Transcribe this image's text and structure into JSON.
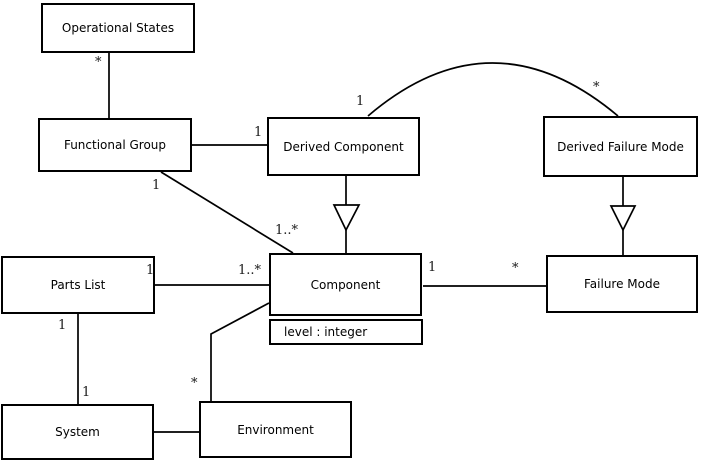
{
  "diagram": {
    "kind": "uml-class-diagram",
    "classes": [
      {
        "id": "operational-states",
        "name": "Operational States"
      },
      {
        "id": "functional-group",
        "name": "Functional Group"
      },
      {
        "id": "derived-component",
        "name": "Derived Component"
      },
      {
        "id": "derived-failure-mode",
        "name": "Derived Failure Mode"
      },
      {
        "id": "parts-list",
        "name": "Parts List"
      },
      {
        "id": "component",
        "name": "Component",
        "attributes": [
          "level : integer"
        ]
      },
      {
        "id": "failure-mode",
        "name": "Failure Mode"
      },
      {
        "id": "system",
        "name": "System"
      },
      {
        "id": "environment",
        "name": "Environment"
      }
    ],
    "relationships": [
      {
        "from": "Operational States",
        "to": "Functional Group",
        "type": "association",
        "from_mult": "*"
      },
      {
        "from": "Functional Group",
        "to": "Derived Component",
        "type": "association",
        "to_mult": "1"
      },
      {
        "from": "Derived Component",
        "to": "Derived Failure Mode",
        "type": "association-arc",
        "from_mult": "1",
        "to_mult": "*"
      },
      {
        "from": "Derived Component",
        "to": "Component",
        "type": "generalization"
      },
      {
        "from": "Derived Failure Mode",
        "to": "Failure Mode",
        "type": "generalization"
      },
      {
        "from": "Functional Group",
        "to": "Component",
        "type": "association",
        "from_mult": "1",
        "to_mult": "1..*"
      },
      {
        "from": "Parts List",
        "to": "Component",
        "type": "association",
        "from_mult": "1",
        "to_mult": "1..*"
      },
      {
        "from": "Parts List",
        "to": "System",
        "type": "association",
        "from_mult": "1",
        "to_mult": "1"
      },
      {
        "from": "System",
        "to": "Environment",
        "type": "association"
      },
      {
        "from": "Environment",
        "to": "Component",
        "type": "association",
        "from_mult": "*"
      },
      {
        "from": "Component",
        "to": "Failure Mode",
        "type": "association",
        "from_mult": "1",
        "to_mult": "*"
      }
    ],
    "colors": {
      "line": "#000000",
      "box_fill": "#ffffff",
      "background": "#ffffff"
    }
  }
}
